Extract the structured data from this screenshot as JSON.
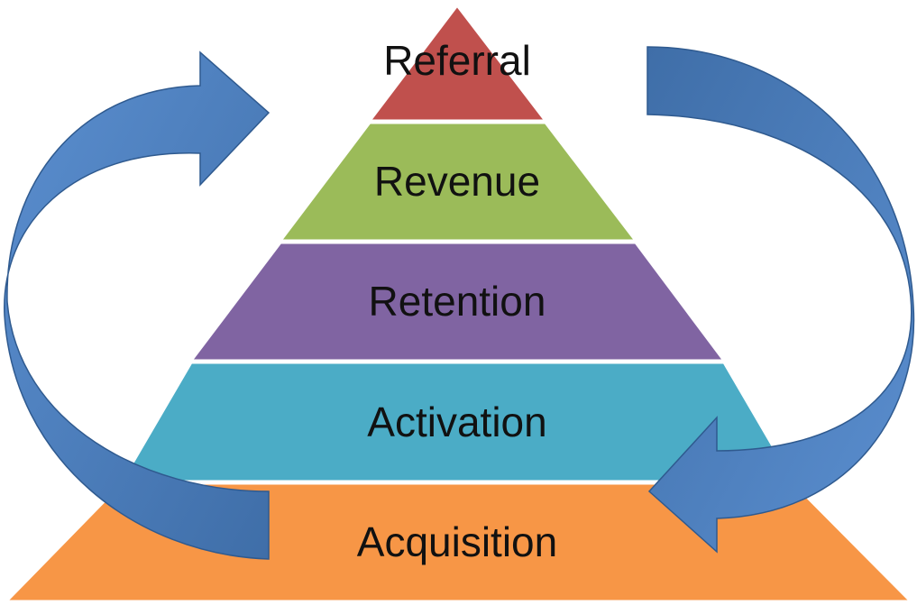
{
  "diagram": {
    "layers": [
      {
        "id": "referral",
        "label": "Referral",
        "color": "#c0504d"
      },
      {
        "id": "revenue",
        "label": "Revenue",
        "color": "#9bbb59"
      },
      {
        "id": "retention",
        "label": "Retention",
        "color": "#8064a2"
      },
      {
        "id": "activation",
        "label": "Activation",
        "color": "#4bacc6"
      },
      {
        "id": "acquisition",
        "label": "Acquisition",
        "color": "#f79646"
      }
    ],
    "arrows": {
      "left": {
        "direction": "upward",
        "color": "#4f81bd"
      },
      "right": {
        "direction": "downward",
        "color": "#4f81bd"
      }
    }
  }
}
